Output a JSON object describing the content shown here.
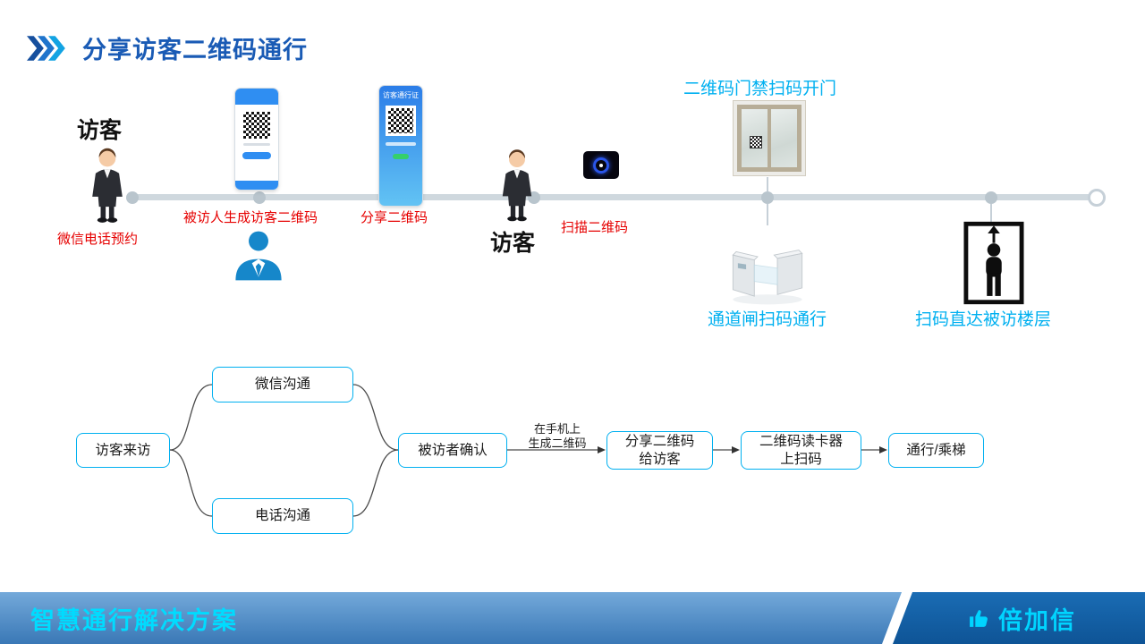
{
  "slide": {
    "title": "分享访客二维码通行"
  },
  "timeline": {
    "visitor_left_label": "访客",
    "visitor_mid_label": "访客",
    "steps": {
      "reserve": "微信电话预约",
      "generate": "被访人生成访客二维码",
      "share": "分享二维码",
      "scan": "扫描二维码"
    },
    "door_caption": "二维码门禁扫码开门",
    "gate_caption": "通道闸扫码通行",
    "elevator_caption": "扫码直达被访楼层",
    "phone2_header": "访客通行证"
  },
  "flowchart": {
    "nodes": [
      {
        "lines": [
          "访客来访"
        ]
      },
      {
        "lines": [
          "微信沟通"
        ]
      },
      {
        "lines": [
          "电话沟通"
        ]
      },
      {
        "lines": [
          "被访者确认"
        ]
      },
      {
        "lines": [
          "分享二维码",
          "给访客"
        ]
      },
      {
        "lines": [
          "二维码读卡器",
          "上扫码"
        ]
      },
      {
        "lines": [
          "通行/乘梯"
        ]
      }
    ],
    "edge_label": {
      "line1": "在手机上",
      "line2": "生成二维码"
    }
  },
  "footer": {
    "slogan": "智慧通行解决方案",
    "brand": "倍加信"
  },
  "icons": {
    "title_chevrons": "triple-chevron-right",
    "brand_thumb": "thumbs-up",
    "scan_viewfinder": "scan-viewfinder",
    "elevator": "elevator-person-up",
    "turnstile": "swing-gate",
    "door": "qr-access-door"
  },
  "colors": {
    "title_blue": "#1a5bb5",
    "accent_cyan": "#00b0f0",
    "label_red": "#e60000",
    "footer_text_cyan": "#00dcff",
    "footer_left_top": "#74a9da",
    "footer_left_bottom": "#3a78b6",
    "footer_right": "#125a9e"
  }
}
